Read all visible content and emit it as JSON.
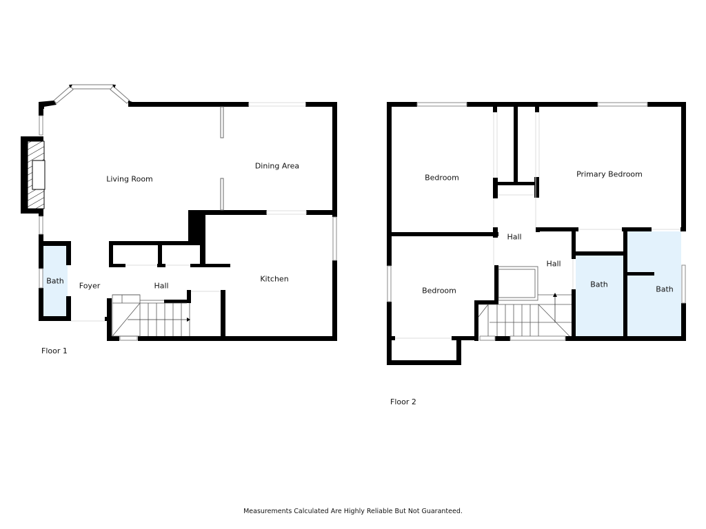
{
  "floors": [
    {
      "label": "Floor 1",
      "rooms": [
        {
          "name": "Living Room"
        },
        {
          "name": "Dining Area"
        },
        {
          "name": "Bath"
        },
        {
          "name": "Foyer"
        },
        {
          "name": "Hall"
        },
        {
          "name": "Kitchen"
        }
      ]
    },
    {
      "label": "Floor 2",
      "rooms": [
        {
          "name": "Bedroom"
        },
        {
          "name": "Primary Bedroom"
        },
        {
          "name": "Hall"
        },
        {
          "name": "Hall"
        },
        {
          "name": "Bedroom"
        },
        {
          "name": "Bath"
        },
        {
          "name": "Bath"
        }
      ]
    }
  ],
  "disclaimer": "Measurements Calculated Are Highly Reliable But Not Guaranteed.",
  "colors": {
    "wall": "#000000",
    "bath_fill": "#e3f2fc",
    "window_stroke": "#888888",
    "background": "#ffffff"
  }
}
